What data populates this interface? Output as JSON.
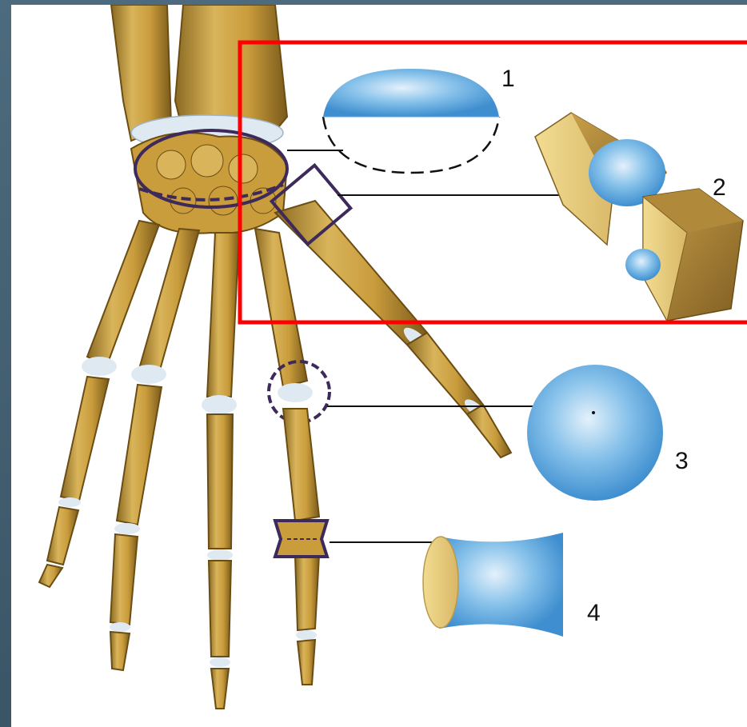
{
  "labels": {
    "label_1": "1",
    "label_2": "2",
    "label_3": "3",
    "label_4": "4"
  },
  "colors": {
    "frame": "#ff0000",
    "bone": "#c9a24a",
    "bone_dark": "#8a6a22",
    "cartilage": "#dfe9f2",
    "joint_shape": "#5aa8e0",
    "marker": "#3d2a5a",
    "background": "#4d6b7e"
  },
  "icons": [
    "hand-skeleton",
    "ellipsoid-joint",
    "saddle-joint",
    "ball-joint",
    "hinge-joint"
  ]
}
